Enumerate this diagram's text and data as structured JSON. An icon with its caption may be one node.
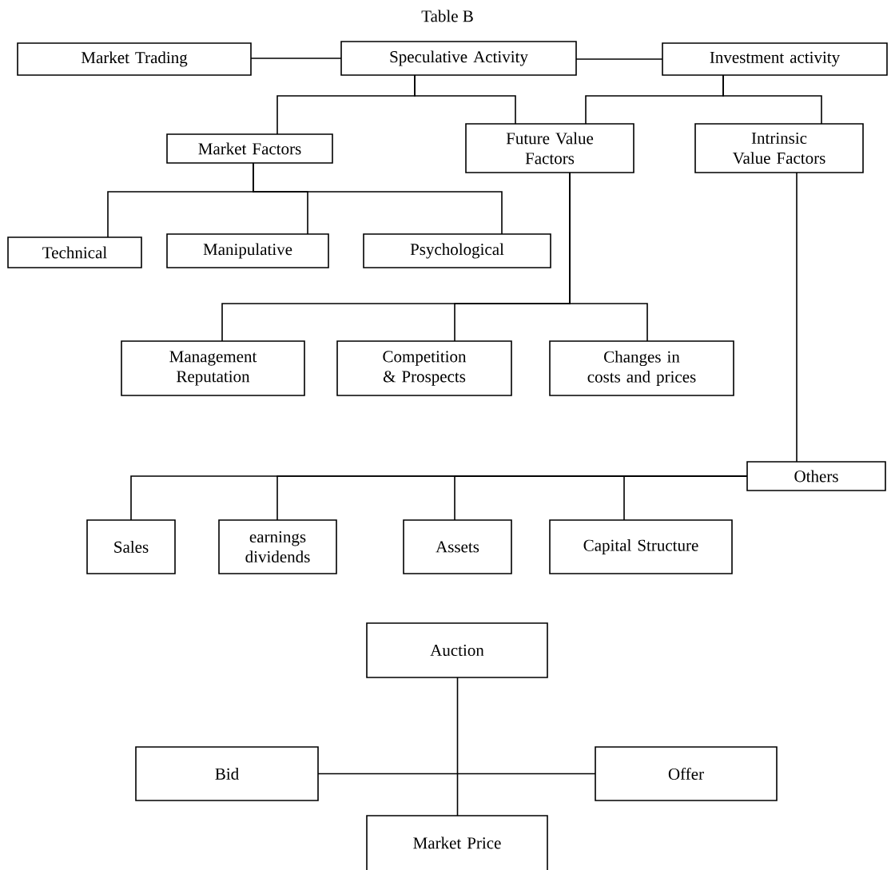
{
  "diagram": {
    "title": "Table B",
    "nodes": [
      {
        "text": [
          "Market Trading"
        ]
      },
      {
        "text": [
          "Speculative Activity"
        ]
      },
      {
        "text": [
          "Investment activity"
        ]
      },
      {
        "text": [
          "Market Factors"
        ]
      },
      {
        "text": [
          "Future Value Factors"
        ]
      },
      {
        "text": [
          "Intrinsic Value Factors"
        ]
      },
      {
        "text": [
          "Technical"
        ]
      },
      {
        "text": [
          "Manipulative"
        ]
      },
      {
        "text": [
          "Psychological"
        ]
      },
      {
        "text": [
          "Management Reputation"
        ]
      },
      {
        "text": [
          "Competition & Prospects"
        ]
      },
      {
        "text": [
          "Changes in costs and prices"
        ]
      },
      {
        "text": [
          "Others"
        ]
      },
      {
        "text": [
          "Sales"
        ]
      },
      {
        "text": [
          "earnings dividends"
        ]
      },
      {
        "text": [
          "Assets"
        ]
      },
      {
        "text": [
          "Capital Structure"
        ]
      },
      {
        "text": [
          "Auction"
        ]
      },
      {
        "text": [
          "Bid"
        ]
      },
      {
        "text": [
          "Offer"
        ]
      },
      {
        "text": [
          "Market Price"
        ]
      }
    ],
    "edges": [
      {
        "from": 0,
        "to": 1,
        "arrow": "none"
      },
      {
        "from": 1,
        "to": 2,
        "arrow": "none"
      },
      {
        "from": 1,
        "to": 3,
        "arrow": "none"
      },
      {
        "from": 1,
        "to": 4,
        "arrow": "none"
      },
      {
        "from": 2,
        "to": 4,
        "arrow": "none"
      },
      {
        "from": 2,
        "to": 5,
        "arrow": "none"
      },
      {
        "from": 3,
        "to": 6,
        "arrow": "none"
      },
      {
        "from": 3,
        "to": 7,
        "arrow": "none"
      },
      {
        "from": 3,
        "to": 8,
        "arrow": "none"
      },
      {
        "from": 4,
        "to": 9,
        "arrow": "none"
      },
      {
        "from": 4,
        "to": 10,
        "arrow": "none"
      },
      {
        "from": 4,
        "to": 11,
        "arrow": "none"
      },
      {
        "from": 5,
        "to": 12,
        "arrow": "none"
      },
      {
        "from": 12,
        "to": 13,
        "arrow": "none"
      },
      {
        "from": 12,
        "to": 14,
        "arrow": "none"
      },
      {
        "from": 12,
        "to": 15,
        "arrow": "none"
      },
      {
        "from": 12,
        "to": 16,
        "arrow": "none"
      },
      {
        "from": 18,
        "to": 19,
        "arrow": "none"
      },
      {
        "from": 17,
        "to": 20,
        "arrow": "none"
      }
    ]
  }
}
